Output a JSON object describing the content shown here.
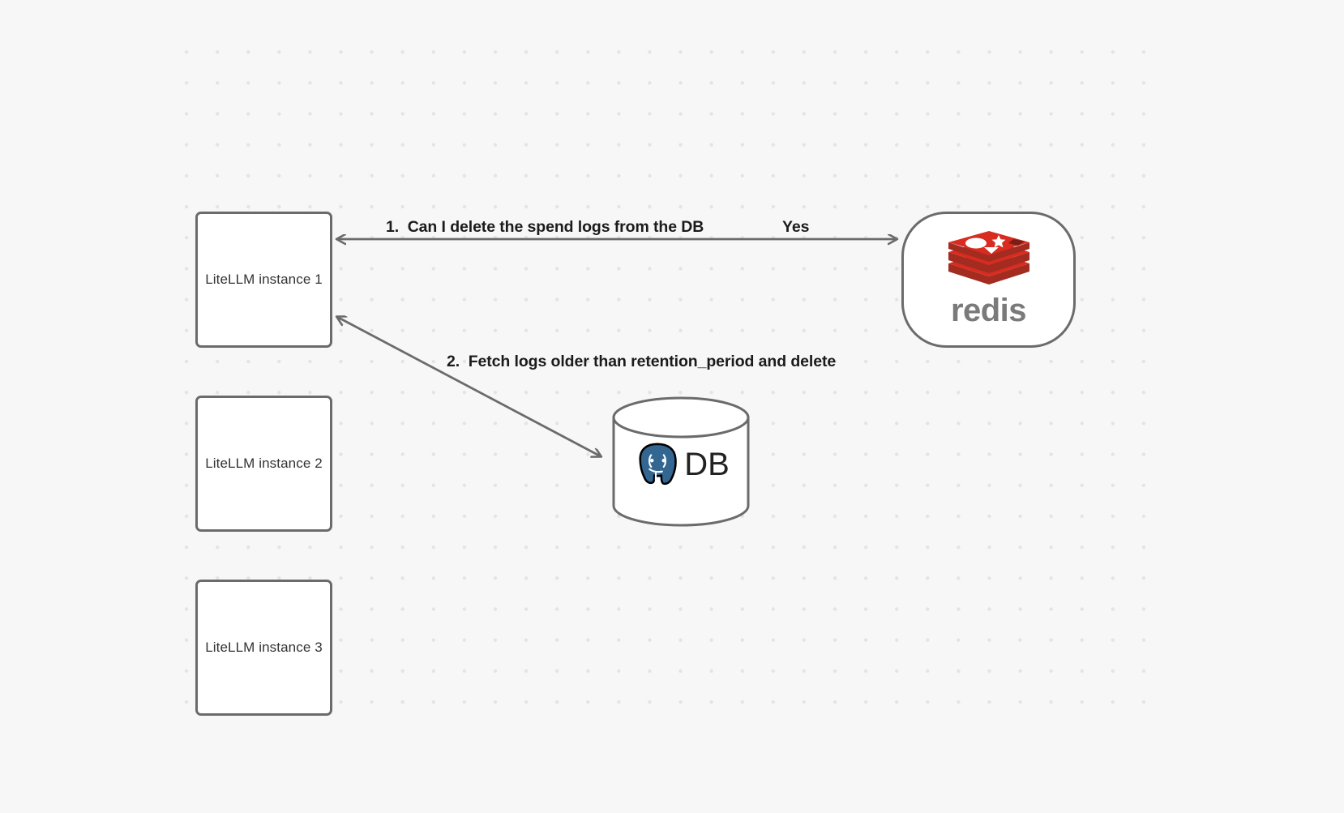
{
  "canvas": {
    "background_color": "#f7f7f7",
    "dot_color": "#e4e4e4"
  },
  "nodes": [
    {
      "id": "litellm-1",
      "label": "LiteLLM instance 1"
    },
    {
      "id": "litellm-2",
      "label": "LiteLLM instance 2"
    },
    {
      "id": "litellm-3",
      "label": "LiteLLM instance 3"
    },
    {
      "id": "redis",
      "label": "redis",
      "logo": "redis-logo-icon",
      "brand_color": "#d82c20"
    },
    {
      "id": "db",
      "label": "DB",
      "logo": "postgresql-elephant-icon",
      "brand_color": "#336791"
    }
  ],
  "edges": [
    {
      "id": "edge-1",
      "from": "litellm-1",
      "to": "redis",
      "label": "1.  Can I delete the spend logs from the DB",
      "reply_label": "Yes",
      "arrowheads": "both",
      "stroke_color": "#6b6b6b"
    },
    {
      "id": "edge-2",
      "from": "litellm-1",
      "to": "db",
      "label": "2.  Fetch logs older than retention_period and delete",
      "arrowheads": "both",
      "stroke_color": "#6b6b6b"
    }
  ],
  "labels": {
    "edge1_text": "1.  Can I delete the spend logs from the DB",
    "edge1_reply": "Yes",
    "edge2_text": "2.  Fetch logs older than retention_period and delete",
    "redis_wordmark": "redis",
    "db_text": "DB",
    "litellm_1": "LiteLLM instance 1",
    "litellm_2": "LiteLLM instance 2",
    "litellm_3": "LiteLLM instance 3"
  }
}
